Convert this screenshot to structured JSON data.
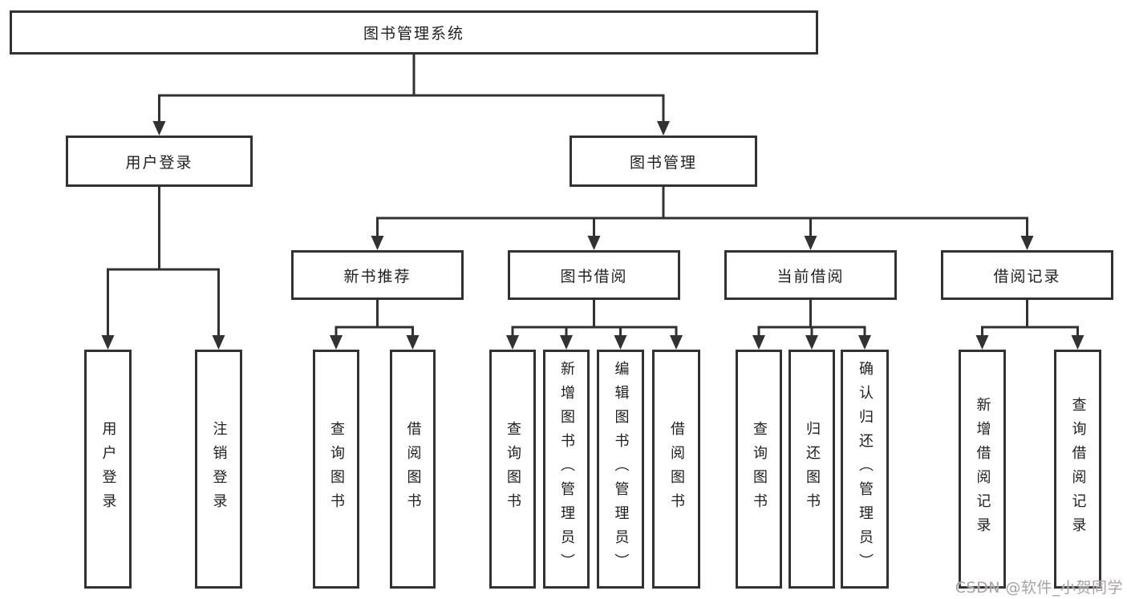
{
  "diagram": {
    "type": "tree",
    "root": {
      "label": "图书管理系统",
      "children": [
        {
          "label": "用户登录",
          "children": [
            {
              "label": "用户登录"
            },
            {
              "label": "注销登录"
            }
          ]
        },
        {
          "label": "图书管理",
          "children": [
            {
              "label": "新书推荐",
              "children": [
                {
                  "label": "查询图书"
                },
                {
                  "label": "借阅图书"
                }
              ]
            },
            {
              "label": "图书借阅",
              "children": [
                {
                  "label": "查询图书"
                },
                {
                  "label": "新增图书（管理员）"
                },
                {
                  "label": "编辑图书（管理员）"
                },
                {
                  "label": "借阅图书"
                }
              ]
            },
            {
              "label": "当前借阅",
              "children": [
                {
                  "label": "查询图书"
                },
                {
                  "label": "归还图书"
                },
                {
                  "label": "确认归还（管理员）"
                }
              ]
            },
            {
              "label": "借阅记录",
              "children": [
                {
                  "label": "新增借阅记录"
                },
                {
                  "label": "查询借阅记录"
                }
              ]
            }
          ]
        }
      ]
    }
  },
  "watermark": {
    "text": "CSDN @软件_小贺同学",
    "color": "#a9a3a3"
  },
  "colors": {
    "line": "#323232",
    "box_border": "#323232",
    "background": "#ffffff",
    "text": "#1f1f1f"
  }
}
